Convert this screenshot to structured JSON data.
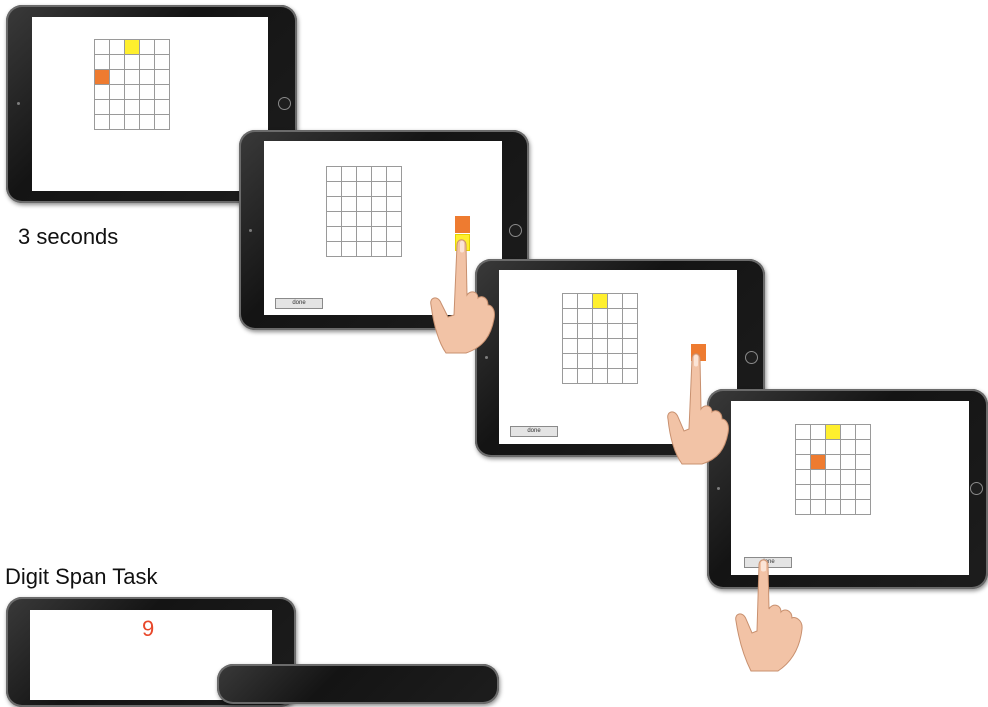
{
  "captions": {
    "timing": "3 seconds",
    "task_title": "Digit Span Task"
  },
  "digit_span": {
    "digit": "9",
    "digit_color": "#e8472a"
  },
  "colors": {
    "yellow_cell": "#ffef2e",
    "orange_cell": "#ee7b30",
    "tablet_bezel": "#1c1c1c"
  },
  "tablets": [
    {
      "grid": {
        "rows": 6,
        "cols": 5,
        "highlights": [
          {
            "row": 0,
            "col": 2,
            "color": "yellow"
          },
          {
            "row": 2,
            "col": 0,
            "color": "orange"
          }
        ]
      }
    },
    {
      "grid": {
        "rows": 6,
        "cols": 5,
        "highlights": []
      },
      "done_label": "done",
      "palette": [
        "orange",
        "yellow"
      ]
    },
    {
      "grid": {
        "rows": 6,
        "cols": 5,
        "highlights": [
          {
            "row": 0,
            "col": 2,
            "color": "yellow"
          }
        ]
      },
      "done_label": "done",
      "palette": [
        "orange"
      ]
    },
    {
      "grid": {
        "rows": 6,
        "cols": 5,
        "highlights": [
          {
            "row": 0,
            "col": 2,
            "color": "yellow"
          },
          {
            "row": 2,
            "col": 1,
            "color": "orange"
          }
        ]
      },
      "done_label": "done"
    }
  ]
}
